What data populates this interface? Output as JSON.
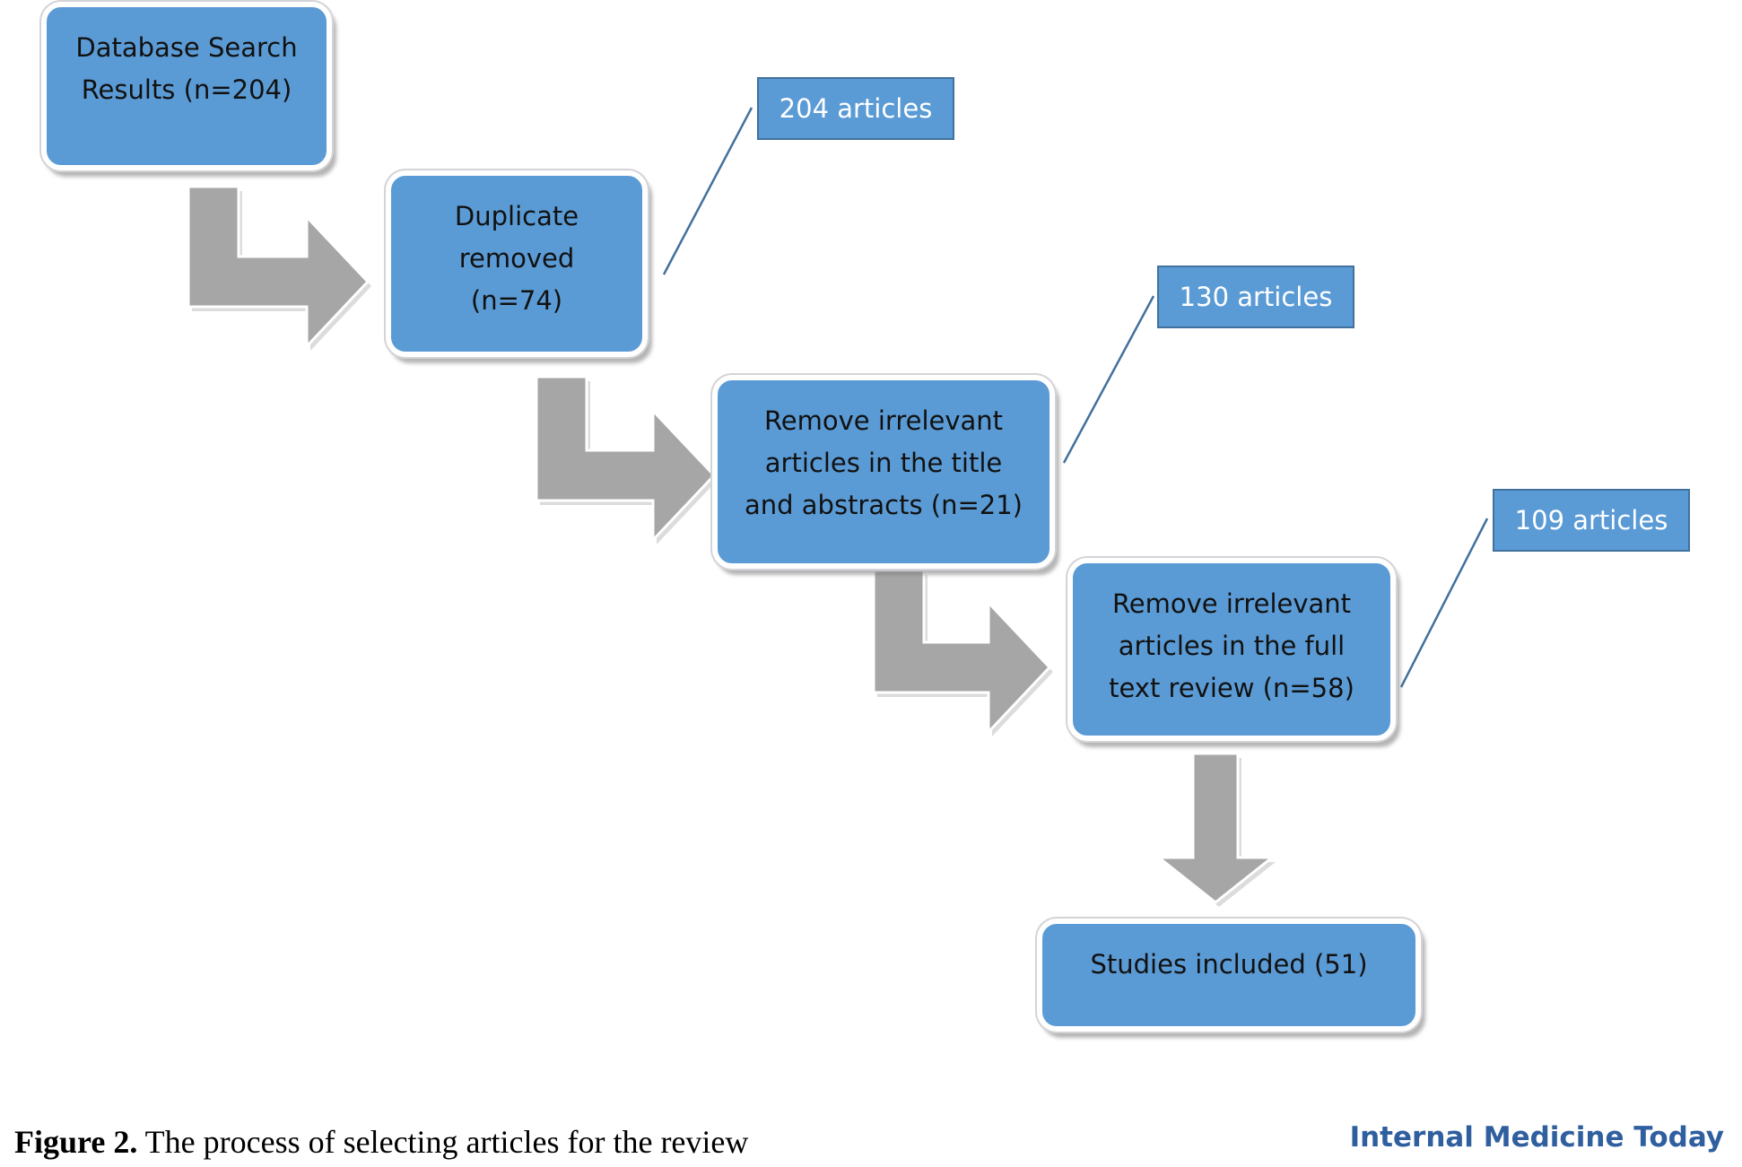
{
  "flow": {
    "steps": [
      {
        "id": "step-1",
        "lines": [
          "Database Search",
          "Results (n=204)"
        ]
      },
      {
        "id": "step-2",
        "lines": [
          "Duplicate",
          "removed",
          "(n=74)"
        ]
      },
      {
        "id": "step-3",
        "lines": [
          "Remove irrelevant",
          "articles in the title",
          "and abstracts (n=21)"
        ]
      },
      {
        "id": "step-4",
        "lines": [
          "Remove irrelevant",
          "articles in the full",
          "text review (n=58)"
        ]
      },
      {
        "id": "step-5",
        "lines": [
          "Studies included (51)"
        ]
      }
    ],
    "callouts": [
      {
        "id": "callout-1",
        "label": "204 articles"
      },
      {
        "id": "callout-2",
        "label": "130 articles"
      },
      {
        "id": "callout-3",
        "label": "109 articles"
      }
    ]
  },
  "caption": {
    "label": "Figure 2.",
    "text": " The process of selecting articles for the review"
  },
  "brand": "Internal Medicine Today",
  "colors": {
    "box_fill": "#5b9bd5",
    "callout_border": "#41719c",
    "arrow_fill": "#a6a6a6",
    "connector": "#41719c",
    "brand": "#2f5f9f"
  }
}
